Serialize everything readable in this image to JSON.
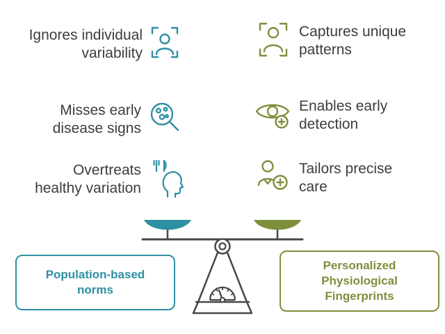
{
  "colors": {
    "teal_accent": "#2e8fa3",
    "olive_accent": "#7d8f3c",
    "body_text": "#3d3d3d",
    "scale_linework": "#474747"
  },
  "left_column": {
    "items": [
      {
        "label": "Ignores individual variability",
        "icon": "face-scan-icon"
      },
      {
        "label": "Misses early disease signs",
        "icon": "magnifier-dots-icon"
      },
      {
        "label": "Overtreats healthy variation",
        "icon": "head-utensils-icon"
      }
    ],
    "box_label": "Population-based norms"
  },
  "right_column": {
    "items": [
      {
        "label": "Captures unique patterns",
        "icon": "person-scan-icon"
      },
      {
        "label": "Enables early detection",
        "icon": "eye-plus-icon"
      },
      {
        "label": "Tailors precise care",
        "icon": "person-medical-plus-icon"
      }
    ],
    "box_label": "Personalized Physiological Fingerprints"
  },
  "scale": {
    "name": "balance-scale",
    "left_pan_color": "#2e8fa3",
    "right_pan_color": "#7d8f3c"
  }
}
